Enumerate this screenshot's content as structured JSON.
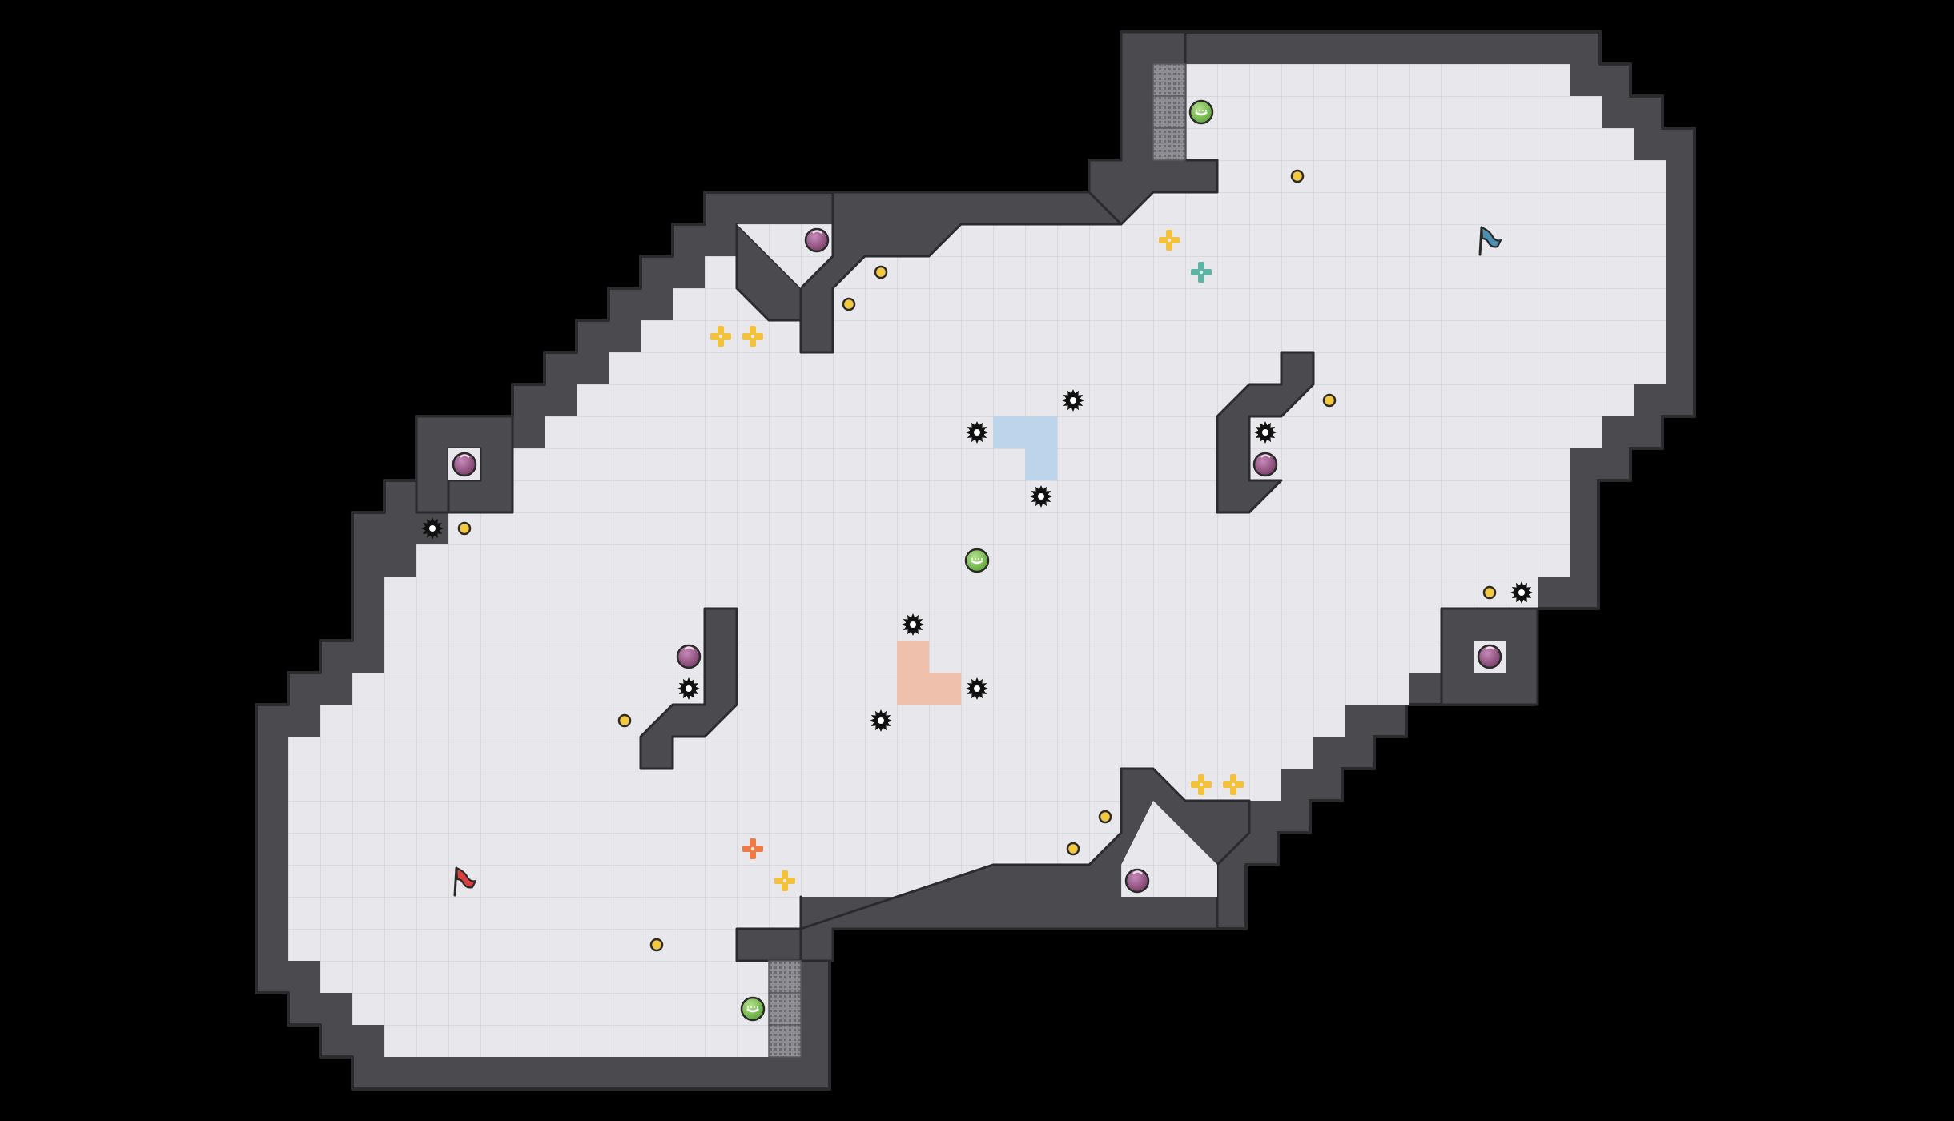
{
  "level": {
    "wall_color": "#4a4a4f",
    "wall_edge_color": "#2a2a2e",
    "floor_color": "#e8e8ec",
    "grid_color": "#d4d4da",
    "background_color": "#000000"
  },
  "zones": [
    {
      "name": "blue-zone",
      "color": "#a9cbe6"
    },
    {
      "name": "orange-zone",
      "color": "#f1b49b"
    }
  ],
  "flags": [
    {
      "name": "red-flag",
      "color": "#d84040"
    },
    {
      "name": "blue-flag",
      "color": "#4a8fb0"
    }
  ],
  "legend": {
    "coin": "coin-icon",
    "spike": "spike-mine-icon",
    "gem": "purple-orb-icon",
    "smiley": "green-smiley-icon",
    "plus": "plus-powerup-icon",
    "flag": "flag-icon",
    "vent": "vent-grate-icon"
  }
}
